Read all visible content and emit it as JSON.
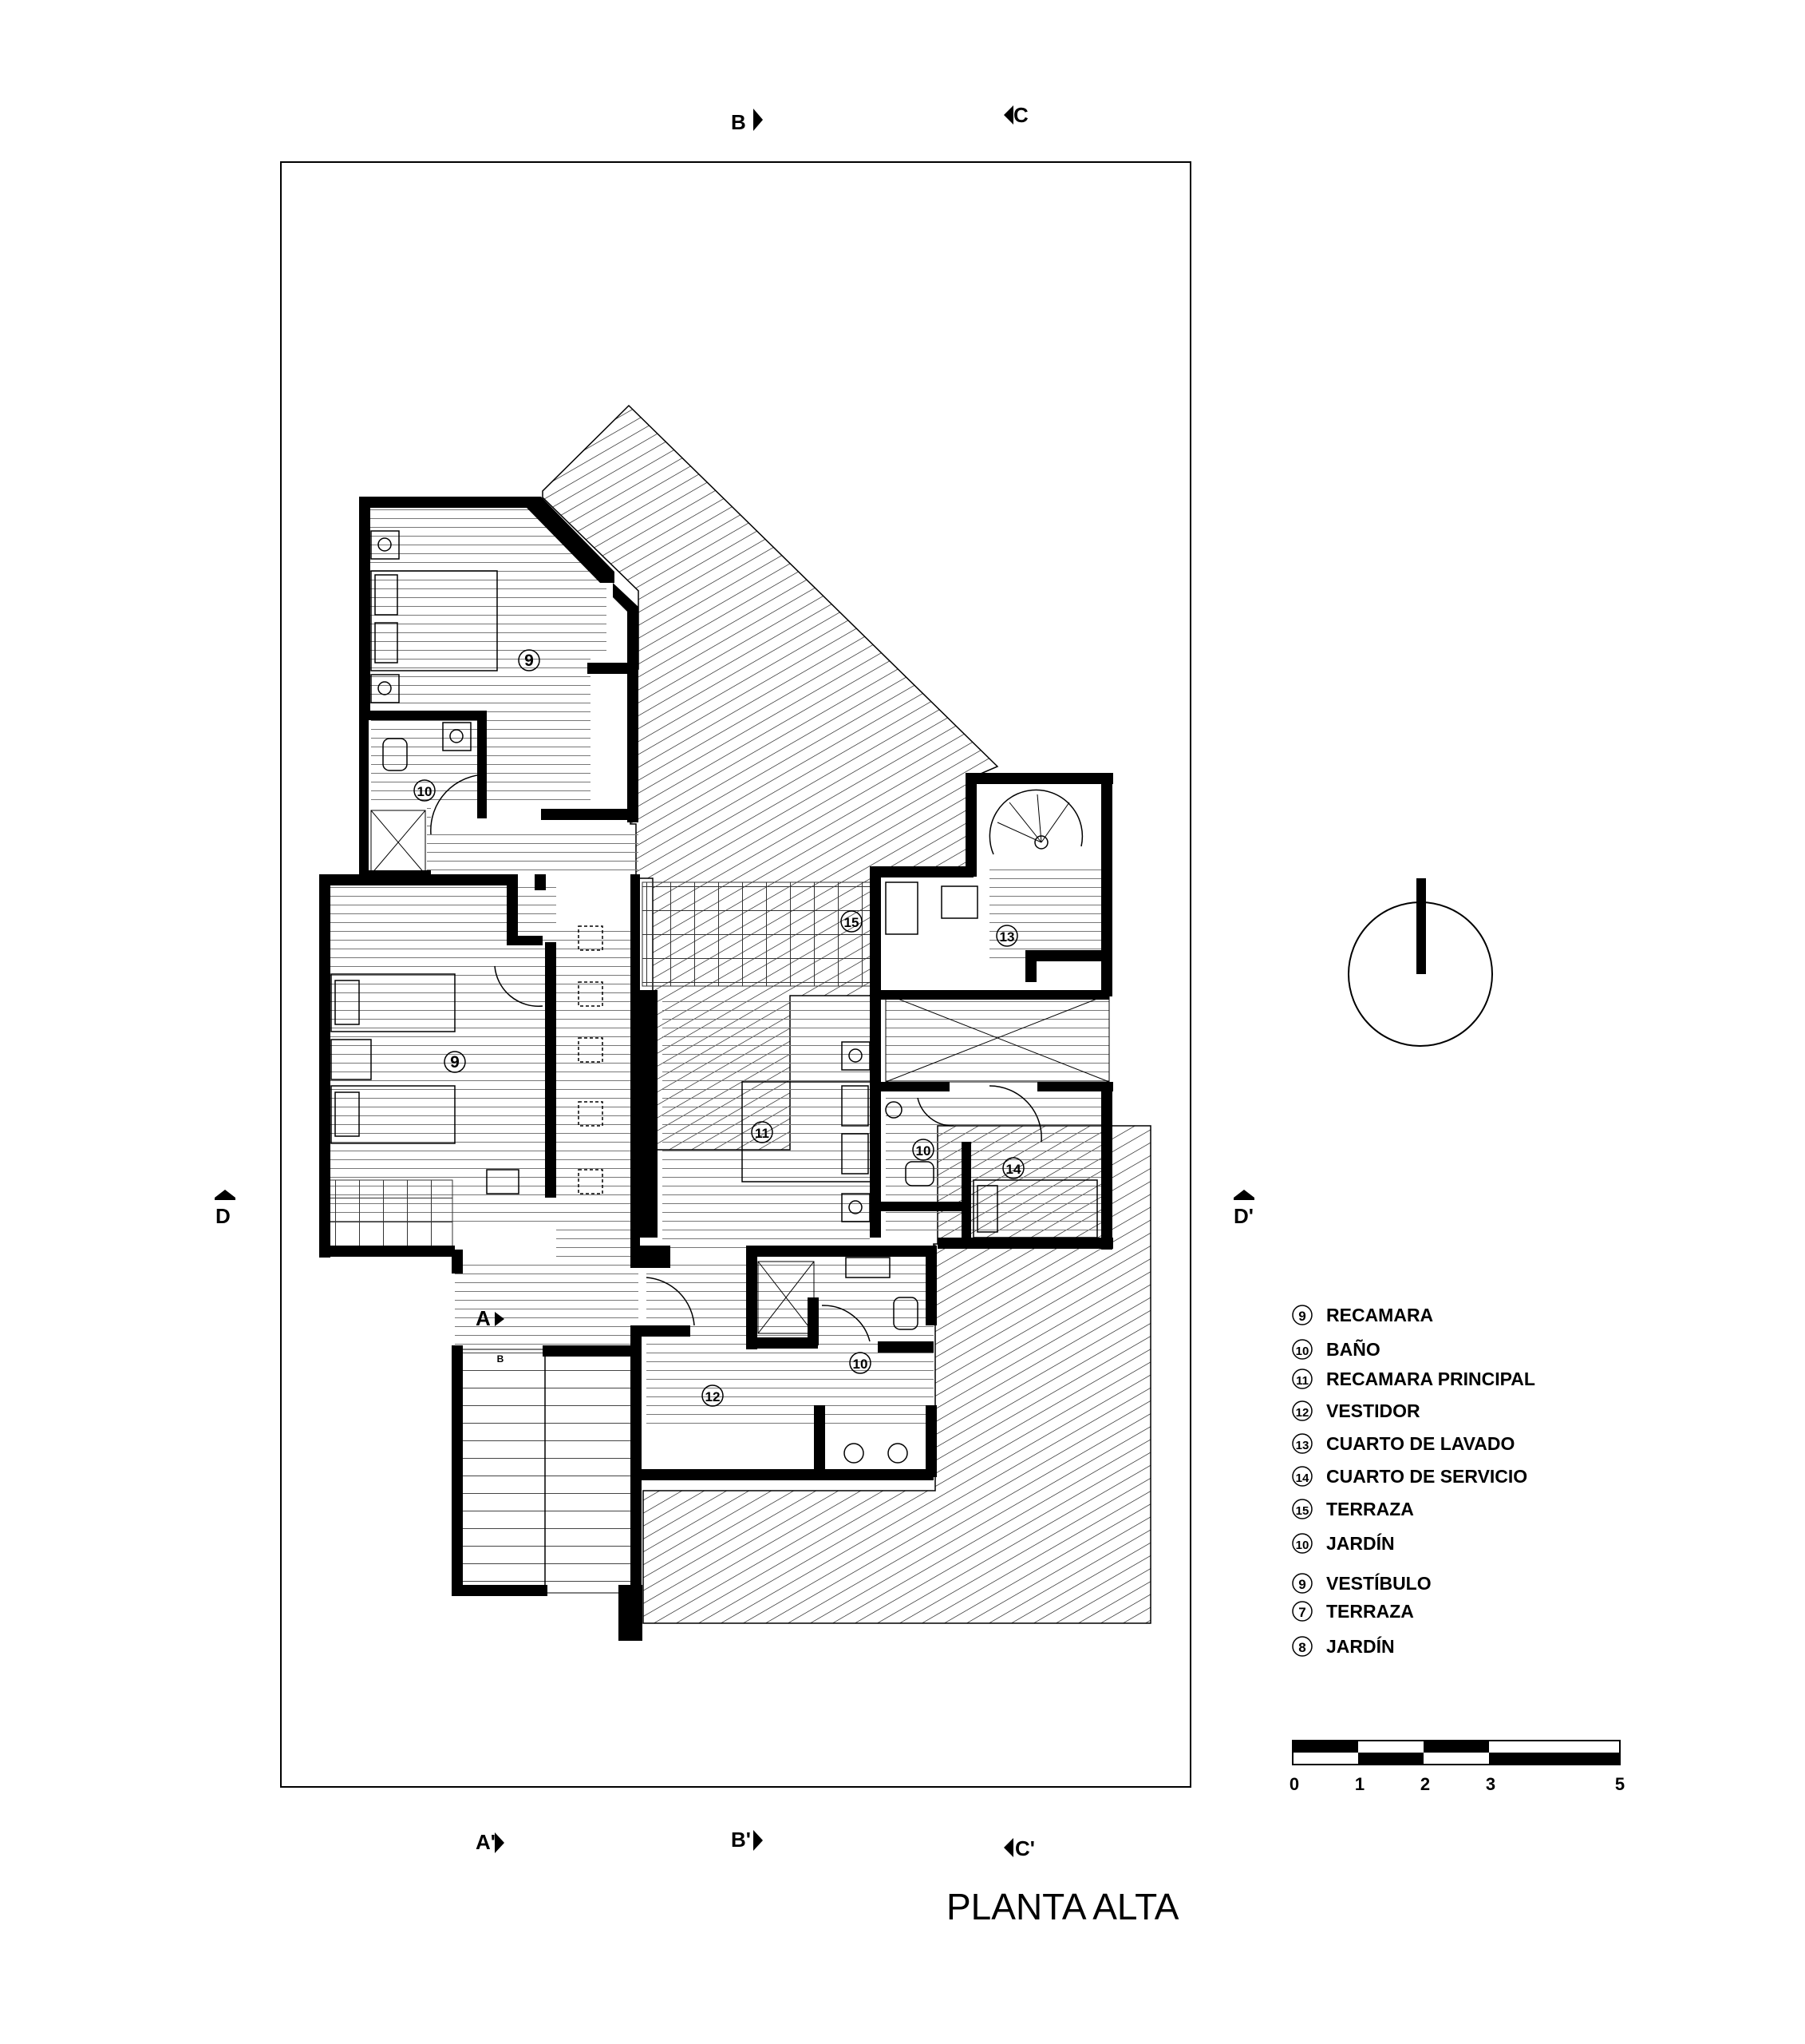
{
  "title": "PLANTA ALTA",
  "section_marks": {
    "b_top": "B",
    "c_top": "C",
    "b_bottom": "B'",
    "c_bottom": "C'",
    "a_bottom": "A'",
    "a_inside": "A",
    "d_left": "D",
    "d_right": "D'"
  },
  "room_numbers": {
    "r9_top": "9",
    "r10_top": "10",
    "r15": "15",
    "r13": "13",
    "r9_mid": "9",
    "r11": "11",
    "r10_mid": "10",
    "r14": "14",
    "r10_low": "10",
    "r12": "12",
    "stair_mark": "B"
  },
  "legend": [
    {
      "num": "9",
      "text": "RECAMARA"
    },
    {
      "num": "10",
      "text": "BAÑO"
    },
    {
      "num": "11",
      "text": "RECAMARA PRINCIPAL"
    },
    {
      "num": "12",
      "text": "VESTIDOR"
    },
    {
      "num": "13",
      "text": "CUARTO DE LAVADO"
    },
    {
      "num": "14",
      "text": "CUARTO DE SERVICIO"
    },
    {
      "num": "15",
      "text": "TERRAZA"
    },
    {
      "num": "10",
      "text": "JARDÍN"
    },
    {
      "num": "9",
      "text": "VESTÍBULO"
    },
    {
      "num": "7",
      "text": "TERRAZA"
    },
    {
      "num": "8",
      "text": "JARDÍN"
    }
  ],
  "scale_bar": {
    "labels": [
      "0",
      "1",
      "2",
      "3",
      "5"
    ]
  },
  "compass_icon": "north-arrow-icon"
}
